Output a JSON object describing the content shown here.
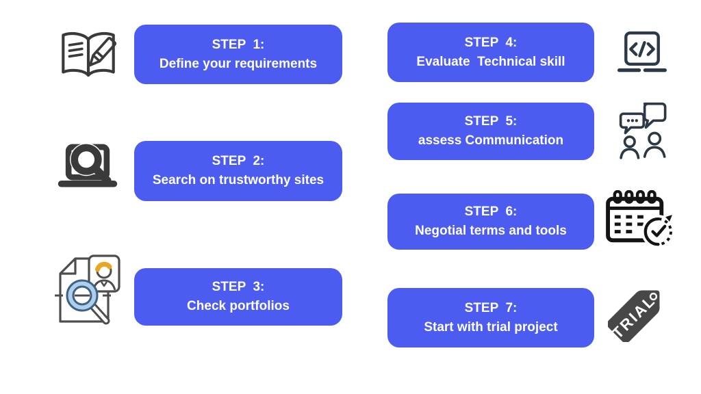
{
  "page": {
    "background": "#ffffff",
    "accent_color": "#4d5cf0",
    "step_text_color": "#ffffff"
  },
  "steps": [
    {
      "title": "STEP  1:",
      "subtitle": "Define your requirements",
      "icon": "book-pencil-icon",
      "side": "left"
    },
    {
      "title": "STEP  2:",
      "subtitle": "Search on trustworthy sites",
      "icon": "laptop-search-icon",
      "side": "left"
    },
    {
      "title": "STEP  3:",
      "subtitle": "Check portfolios",
      "icon": "document-person-search-icon",
      "side": "left"
    },
    {
      "title": "STEP  4:",
      "subtitle": "Evaluate  Technical skill",
      "icon": "laptop-code-icon",
      "side": "right"
    },
    {
      "title": "STEP  5:",
      "subtitle": "assess Communication",
      "icon": "people-chat-icon",
      "side": "right"
    },
    {
      "title": "STEP  6:",
      "subtitle": "Negotial terms and tools",
      "icon": "calendar-clock-icon",
      "side": "right"
    },
    {
      "title": "STEP  7:",
      "subtitle": "Start with trial project",
      "icon": "trial-tag-icon",
      "side": "right"
    }
  ],
  "trial_tag_label": "TRIAL",
  "icon_colors": {
    "dark_gray": "#3a3a3a",
    "navy_gray": "#2c3945",
    "black": "#141414",
    "lens_blue_fill": "#aecfec",
    "lens_blue_stroke": "#3c6285",
    "hair_yellow": "#e9a624",
    "tag_gray": "#474747"
  }
}
